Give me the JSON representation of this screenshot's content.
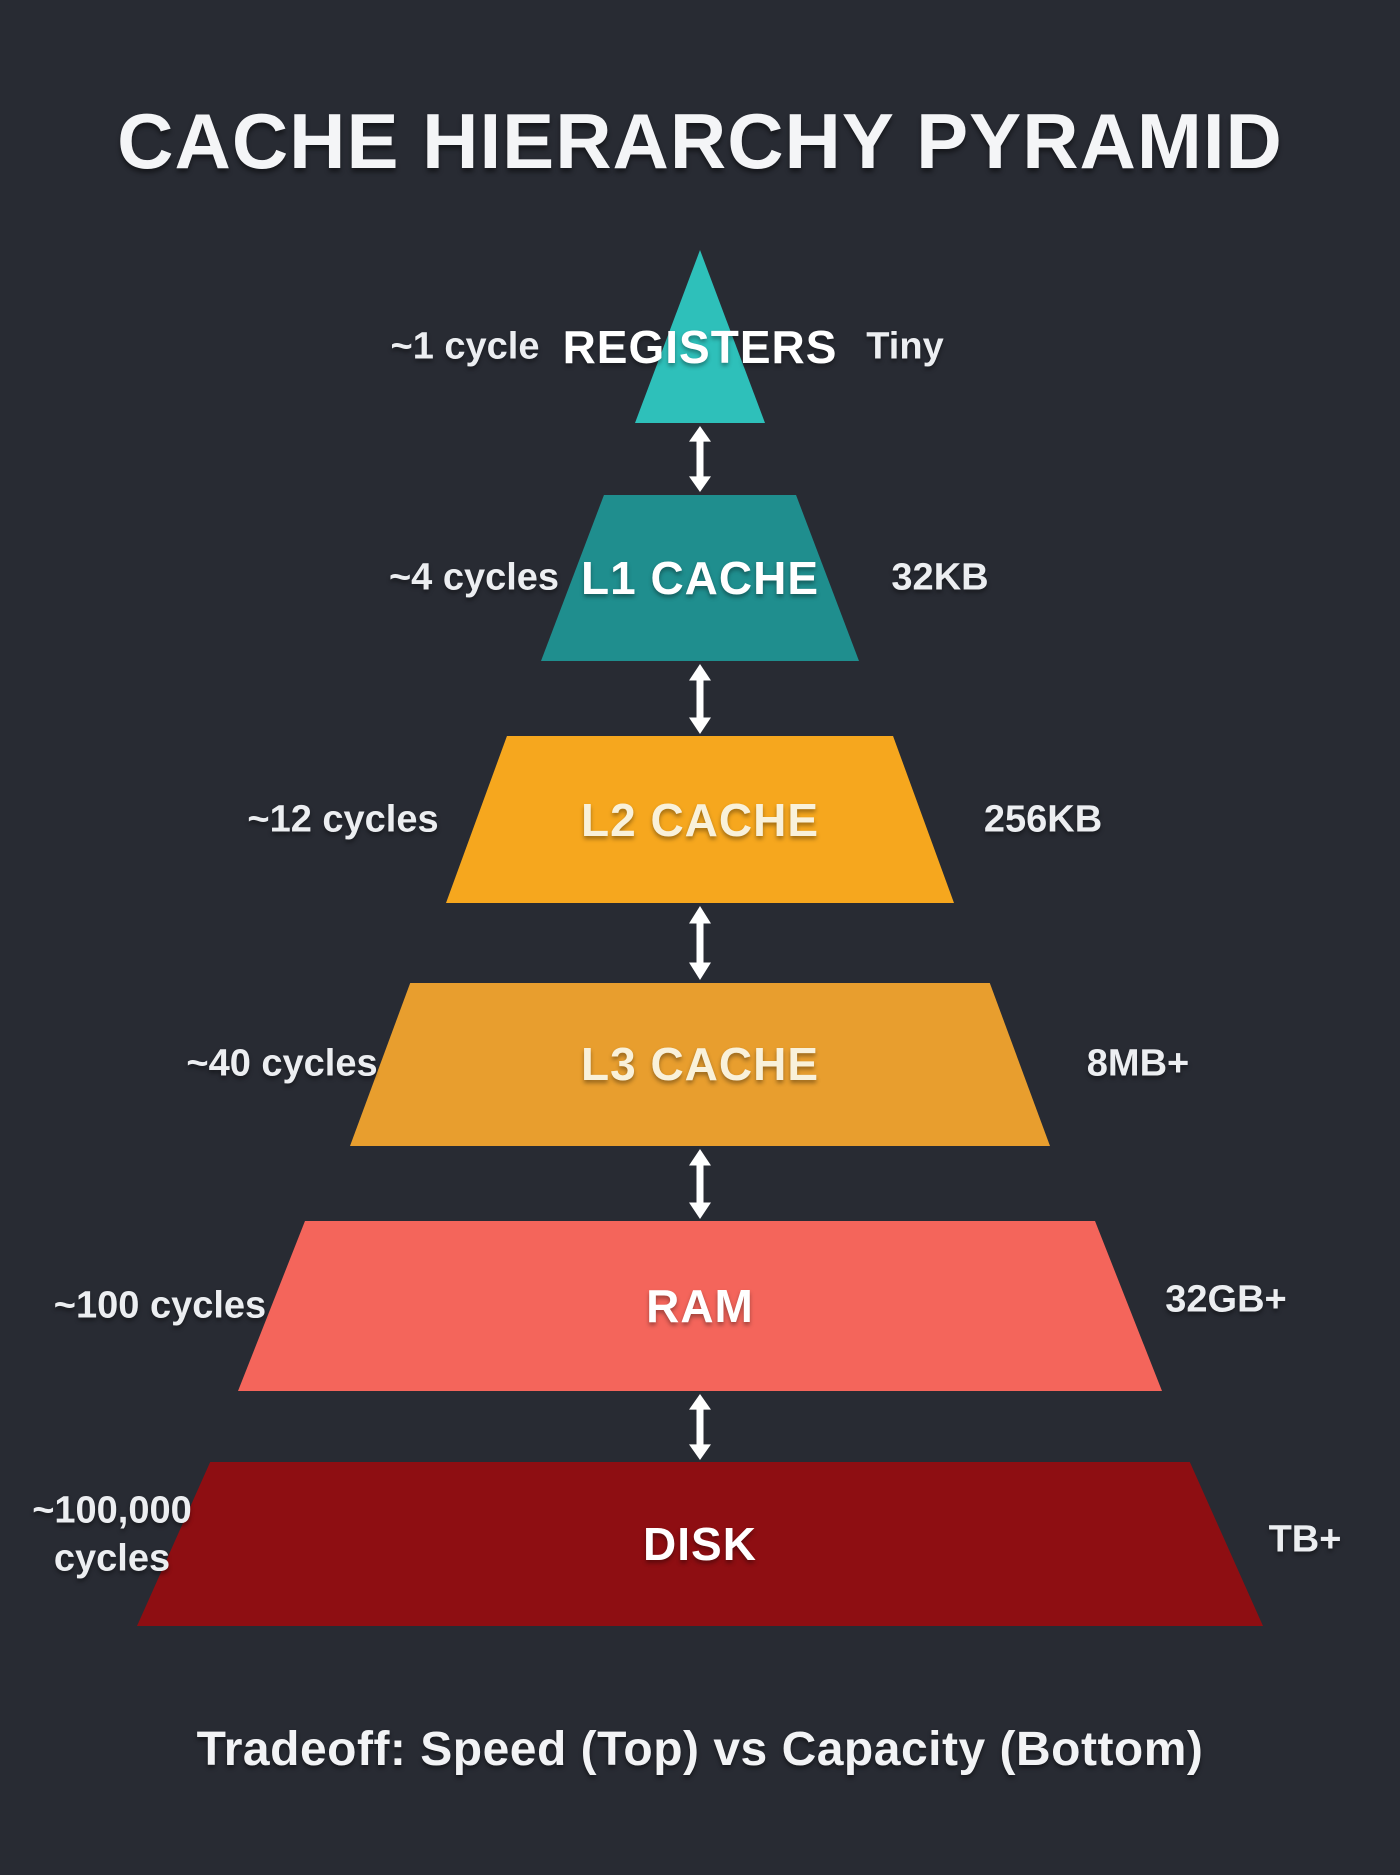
{
  "title": "CACHE HIERARCHY PYRAMID",
  "caption": "Tradeoff: Speed (Top) vs Capacity (Bottom)",
  "background_color": "#282B33",
  "arrow_color": "#FFFFFF",
  "arrow_icon": "double-headed-vertical-arrow",
  "layers": [
    {
      "name": "REGISTERS",
      "latency": "~1 cycle",
      "capacity": "Tiny",
      "color": "#2EC0BA",
      "shape": "triangle"
    },
    {
      "name": "L1 CACHE",
      "latency": "~4 cycles",
      "capacity": "32KB",
      "color": "#1F8E8E",
      "shape": "trapezoid"
    },
    {
      "name": "L2 CACHE",
      "latency": "~12 cycles",
      "capacity": "256KB",
      "color": "#F6A71E",
      "shape": "trapezoid"
    },
    {
      "name": "L3 CACHE",
      "latency": "~40 cycles",
      "capacity": "8MB+",
      "color": "#E89E2E",
      "shape": "trapezoid"
    },
    {
      "name": "RAM",
      "latency": "~100 cycles",
      "capacity": "32GB+",
      "color": "#F4655B",
      "shape": "trapezoid"
    },
    {
      "name": "DISK",
      "latency": "~100,000 cycles",
      "capacity": "TB+",
      "color": "#8E0E12",
      "shape": "trapezoid"
    }
  ]
}
